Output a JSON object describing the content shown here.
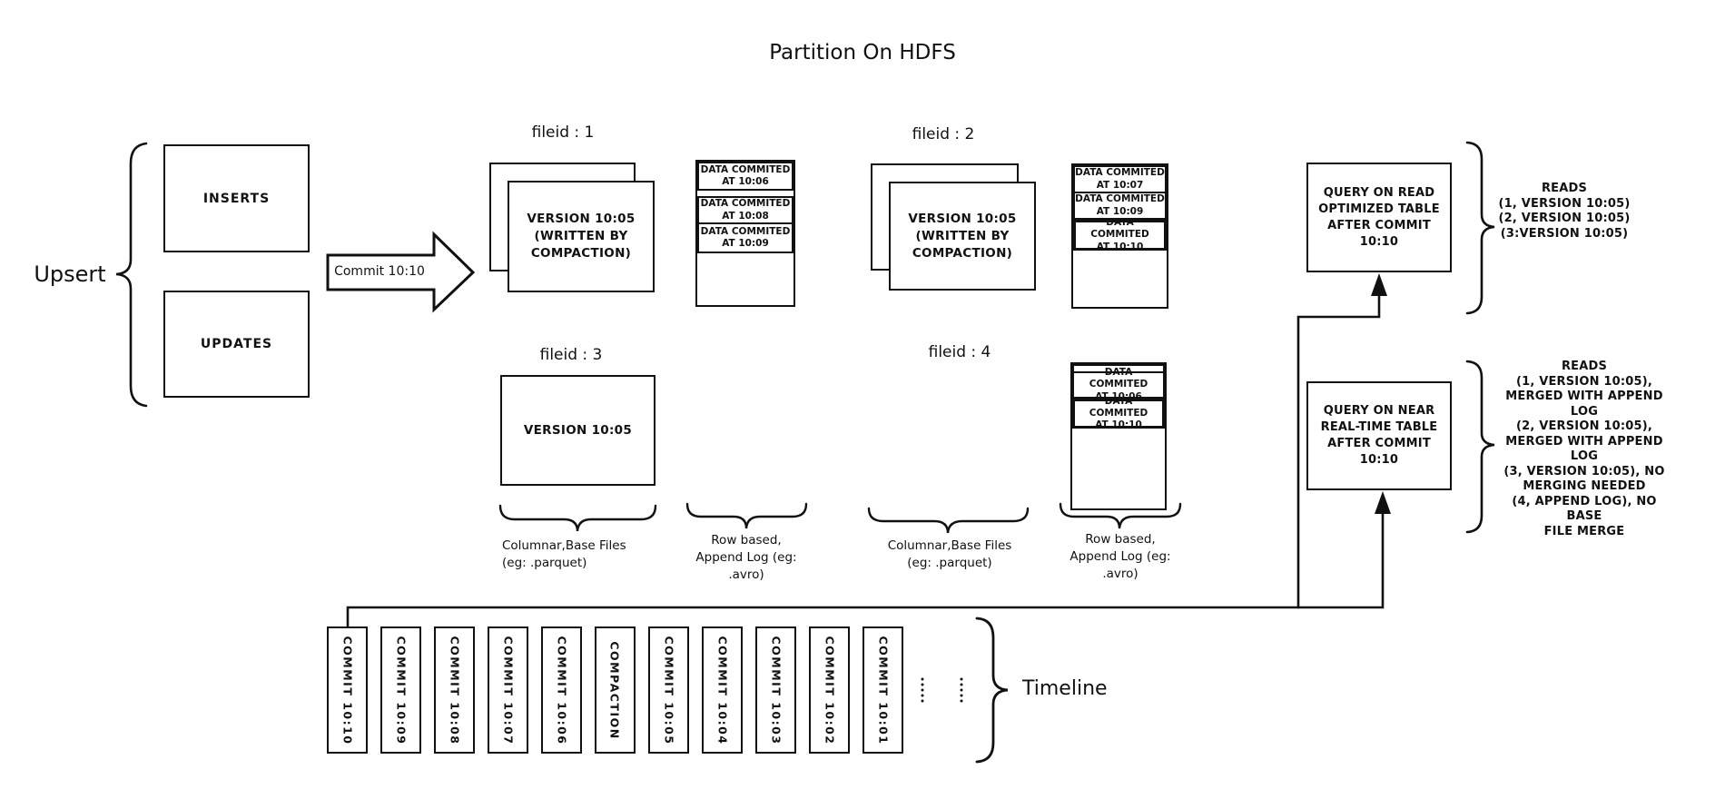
{
  "title": "Partition On HDFS",
  "upsert": {
    "label": "Upsert",
    "inserts_label": "INSERTS",
    "updates_label": "UPDATES"
  },
  "commit_arrow": {
    "label": "Commit 10:10"
  },
  "file_groups": {
    "f1": {
      "label": "fileid : 1",
      "base_file_lines": [
        "VERSION 10:05",
        "(WRITTEN BY",
        "COMPACTION)"
      ]
    },
    "f2": {
      "label": "fileid : 2",
      "base_file_lines": [
        "VERSION 10:05",
        "(WRITTEN BY",
        "COMPACTION)"
      ]
    },
    "f3": {
      "label": "fileid : 3",
      "base_file_line": "VERSION 10:05"
    },
    "f4": {
      "label": "fileid : 4"
    }
  },
  "append_logs": {
    "log1": {
      "segments": [
        {
          "l1": "DATA COMMITED",
          "l2": "AT 10:06"
        },
        {
          "l1": "DATA COMMITED",
          "l2": "AT 10:08"
        },
        {
          "l1": "DATA COMMITED",
          "l2": "AT 10:09"
        }
      ]
    },
    "log2": {
      "segments": [
        {
          "l1": "DATA COMMITED",
          "l2": "AT 10:07"
        },
        {
          "l1": "DATA COMMITED",
          "l2": "AT 10:09"
        },
        {
          "l1": "DATA COMMITED",
          "l2": "AT 10:10"
        }
      ]
    },
    "log4": {
      "segments": [
        {
          "l1": "DATA COMMITED",
          "l2": "AT 10:06"
        },
        {
          "l1": "DATA COMMITED",
          "l2": "AT 10:10"
        }
      ]
    }
  },
  "storage_labels": {
    "columnar1": [
      "Columnar,Base Files",
      "(eg: .parquet)"
    ],
    "row_based1": [
      "Row based,",
      "Append Log (eg:",
      ".avro)"
    ],
    "columnar2": [
      "Columnar,Base Files",
      "(eg: .parquet)"
    ],
    "row_based2": [
      "Row based,",
      "Append Log (eg:",
      ".avro)"
    ]
  },
  "queries": {
    "read_optimized": {
      "box_lines": [
        "QUERY ON READ",
        "OPTIMIZED TABLE",
        "AFTER COMMIT",
        "10:10"
      ],
      "reads_lines": [
        "READS",
        "(1, VERSION 10:05)",
        "(2, VERSION 10:05)",
        "(3:VERSION 10:05)"
      ]
    },
    "near_real_time": {
      "box_lines": [
        "QUERY ON NEAR",
        "REAL-TIME TABLE",
        "AFTER COMMIT",
        "10:10"
      ],
      "reads_lines": [
        "READS",
        "(1, VERSION 10:05),",
        "MERGED WITH APPEND LOG",
        "(2, VERSION 10:05),",
        "MERGED WITH APPEND LOG",
        "(3, VERSION 10:05), NO",
        "MERGING NEEDED",
        "(4, APPEND LOG), NO BASE",
        "FILE MERGE"
      ]
    }
  },
  "timeline": {
    "label": "Timeline",
    "entries": [
      "COMMIT 10:10",
      "COMMIT 10:09",
      "COMMIT 10:08",
      "COMMIT 10:07",
      "COMMIT 10:06",
      "COMPACTION",
      "COMMIT 10:05",
      "COMMIT 10:04",
      "COMMIT 10:03",
      "COMMIT 10:02",
      "COMMIT 10:01"
    ]
  },
  "colors": {
    "ink": "#111111",
    "background": "#ffffff"
  }
}
